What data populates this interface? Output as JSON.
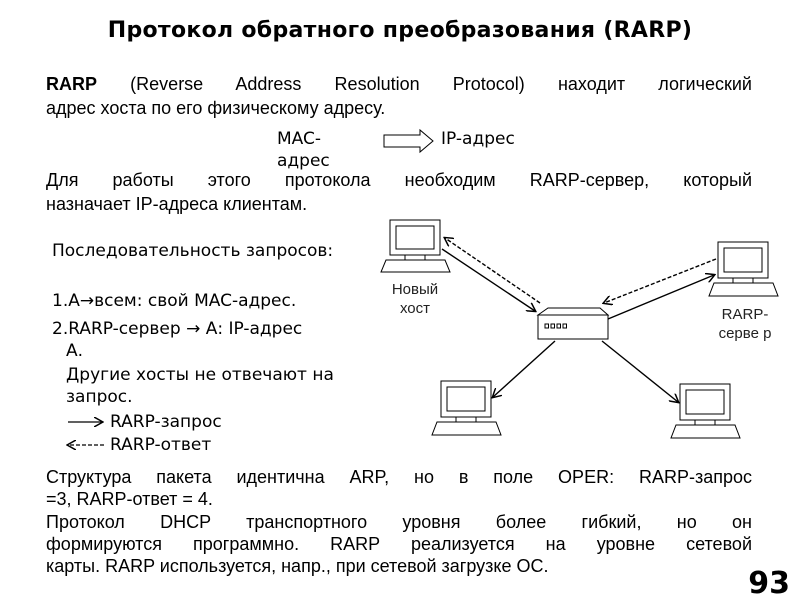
{
  "slide": {
    "title": "Протокол обратного преобразования (RARP)",
    "intro": {
      "abbr": "RARP",
      "line1_rest": " (Reverse Address Resolution Protocol) находит логический",
      "line2": "адрес хоста по его физическому адресу."
    },
    "mapping": {
      "from_label": "MAC-адрес",
      "to_label": "IP-адрес"
    },
    "server_note": {
      "line1": "Для работы этого протокола необходим RARP-сервер, который",
      "line2": "назначает IP-адреса клиентам."
    },
    "sequence": {
      "title": "Последовательность запросов:",
      "step1": "1.A→всем: свой MAC-адрес.",
      "step2": "2.RARP-сервер → А: IP-адрес",
      "step2_cont": "А.",
      "note": "Другие хосты не отвечают на запрос."
    },
    "legend": {
      "request": "RARP-запрос",
      "response": "RARP-ответ"
    },
    "diagram": {
      "new_host_label": "Новый хост",
      "server_label": "RARP-серве р",
      "hub_ports": "▫▫▫▫"
    },
    "packet_note": {
      "line1": "Структура пакета идентична ARP, но в поле OPER: RARP-запрос",
      "line2": "=3, RARP-ответ = 4."
    },
    "dhcp_note": {
      "line1": "Протокол DHCP транспортного уровня более гибкий, но он",
      "line2": "формируются программно. RARP реализуется на уровне сетевой",
      "line3": "карты. RARP используется, напр., при сетевой загрузке ОС."
    },
    "page_number": "93"
  }
}
